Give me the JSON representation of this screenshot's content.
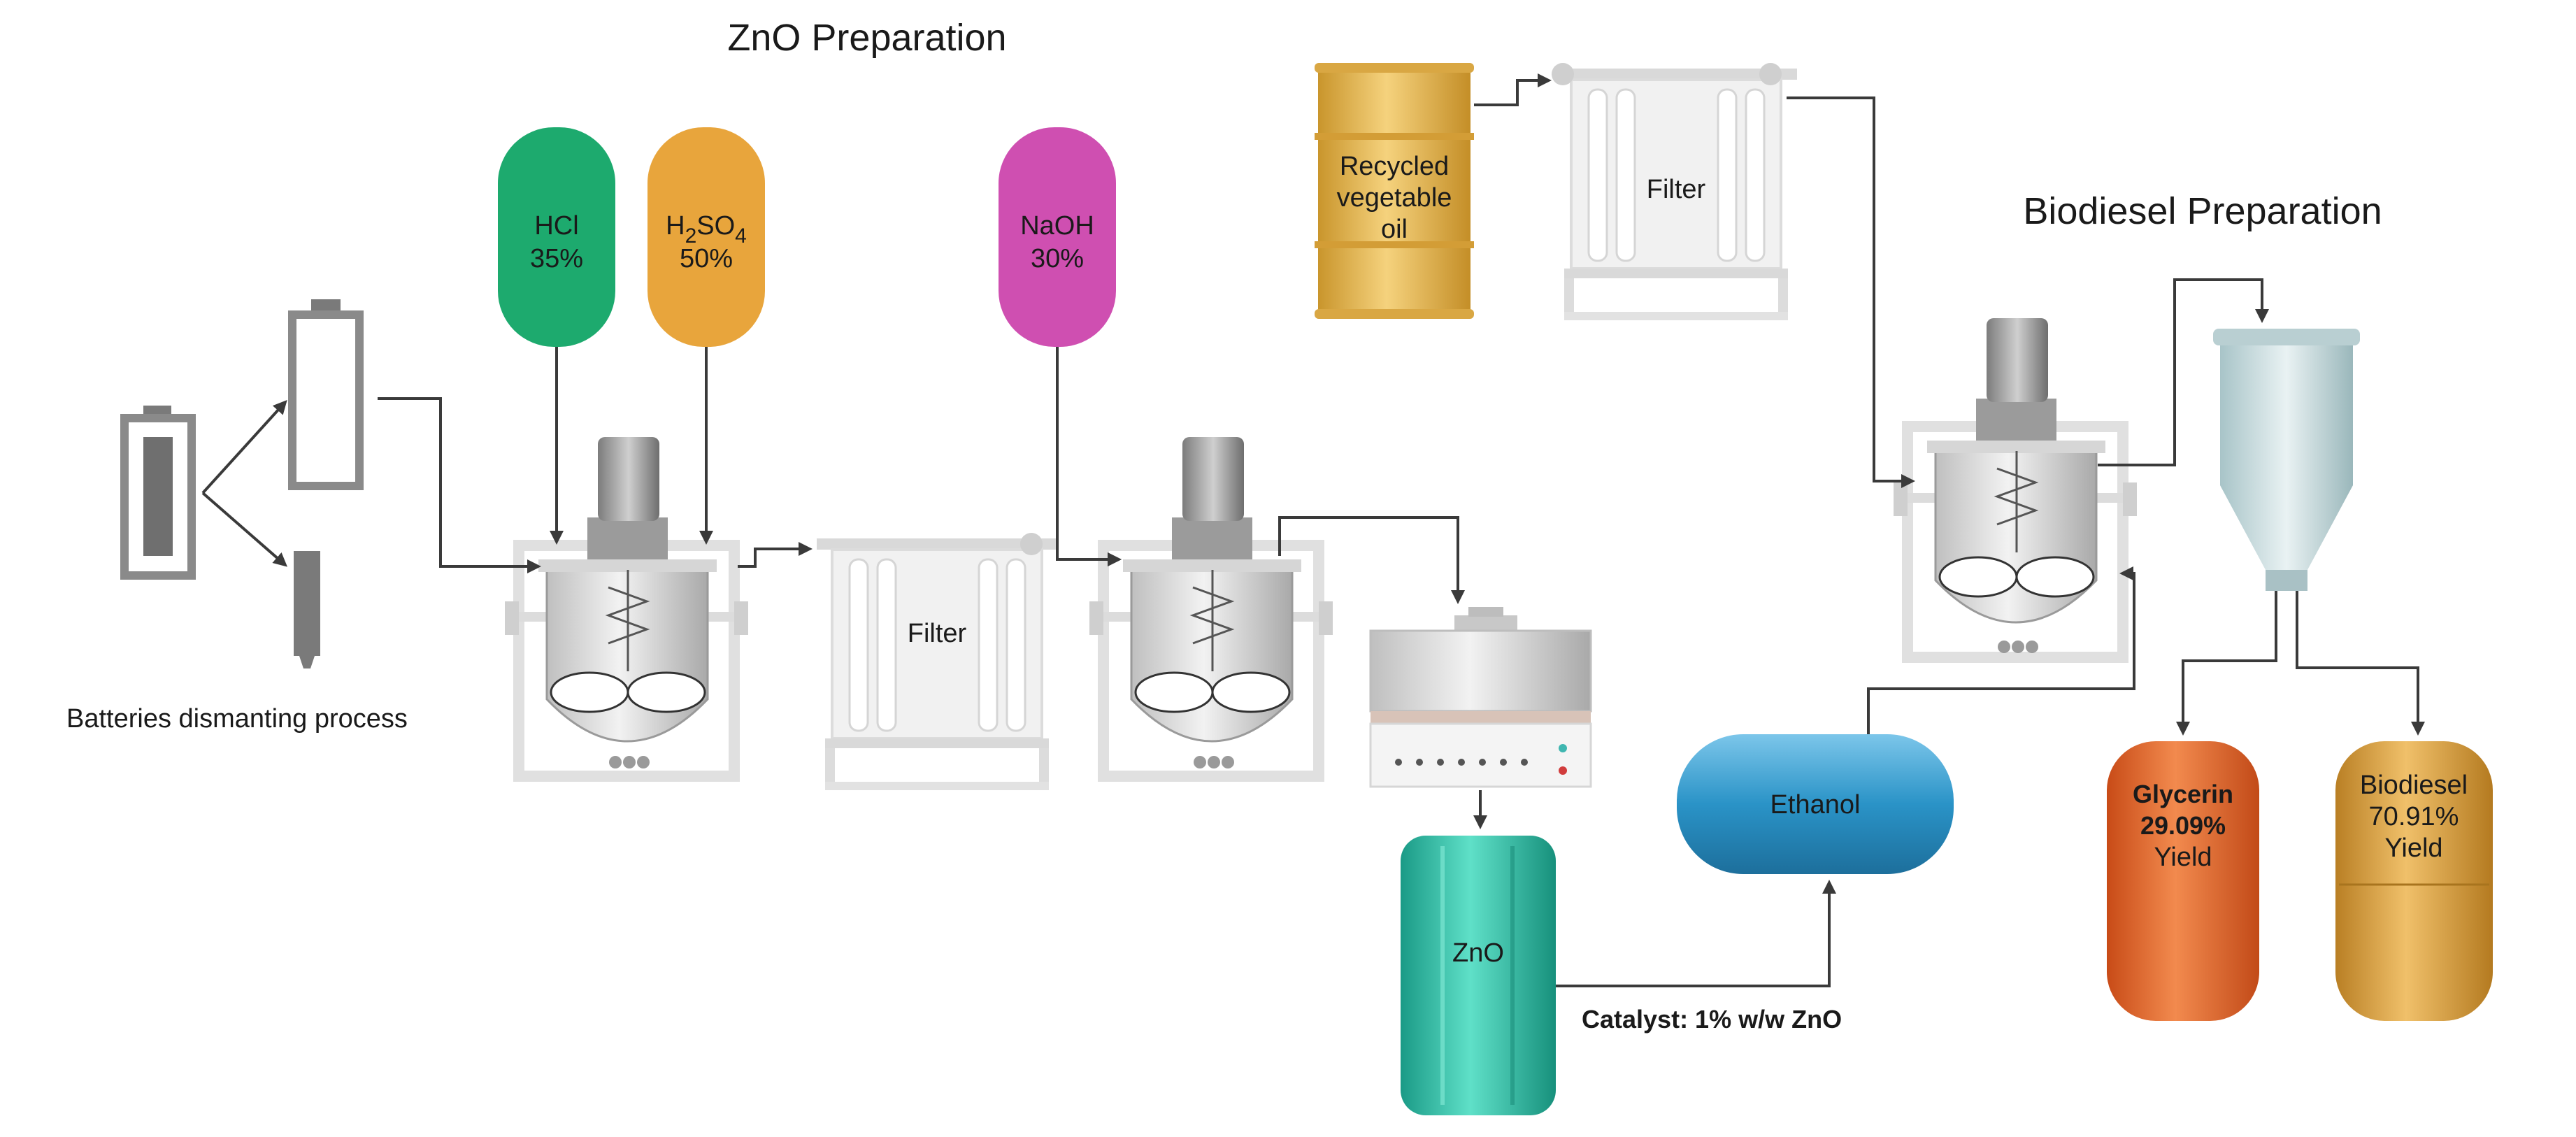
{
  "sections": {
    "zno_title": "ZnO Preparation",
    "biodiesel_title": "Biodiesel Preparation",
    "batteries_label": "Batteries dismanting process"
  },
  "tanks": {
    "hcl": {
      "name": "HCl",
      "conc": "35%",
      "color": "#1daa6e"
    },
    "h2so4": {
      "name_main": "H",
      "sub1": "2",
      "mid": "SO",
      "sub2": "4",
      "conc": "50%",
      "color": "#e8a53c"
    },
    "naoh": {
      "name": "NaOH",
      "conc": "30%",
      "color": "#cf4fb1"
    }
  },
  "filters": {
    "label": "Filter"
  },
  "drum": {
    "line1": "Recycled",
    "line2": "vegetable",
    "line3": "oil",
    "color": "#e8b84a"
  },
  "zno_vessel": {
    "label": "ZnO",
    "color": "#2ec4a8"
  },
  "catalyst": {
    "label": "Catalyst: 1% w/w ZnO"
  },
  "ethanol": {
    "label": "Ethanol",
    "color": "#2a93c7"
  },
  "glycerin": {
    "name": "Glycerin",
    "pct": "29.09%",
    "yield": "Yield",
    "color": "#ef6a2a"
  },
  "biodiesel": {
    "name": "Biodiesel",
    "pct": "70.91%",
    "yield": "Yield",
    "color": "#e3a73c"
  }
}
